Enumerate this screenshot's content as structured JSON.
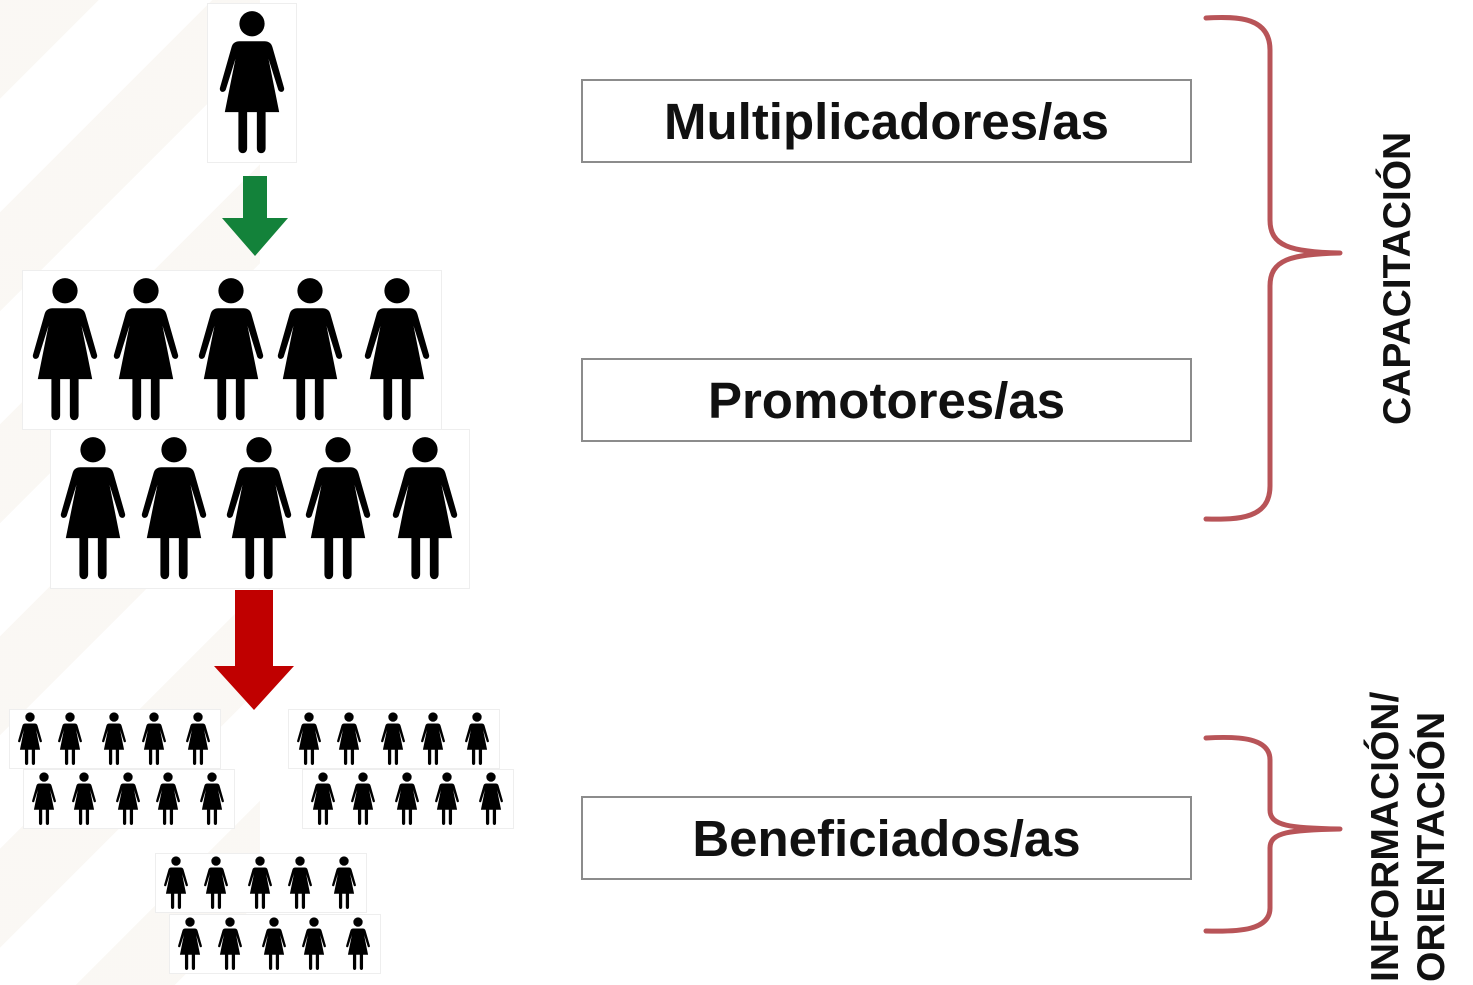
{
  "levels": [
    {
      "label": "Multiplicadores/as"
    },
    {
      "label": "Promotores/as"
    },
    {
      "label": "Beneficiados/as"
    }
  ],
  "brackets": {
    "upper": {
      "label": "CAPACITACIÓN"
    },
    "lower": {
      "label_line1": "INFORMACIÓN/",
      "label_line2": "ORIENTACIÓN"
    }
  },
  "icons": {
    "person": "woman-figure-icon",
    "arrow_top": "arrow-down-icon",
    "arrow_bottom": "arrow-down-icon"
  },
  "colors": {
    "arrow_top": "#13823a",
    "arrow_bottom": "#c00000",
    "bracket": "#b85458",
    "figure": "#000000"
  },
  "counts": {
    "multiplicadores": 1,
    "promotores": 10,
    "beneficiados": 30
  }
}
